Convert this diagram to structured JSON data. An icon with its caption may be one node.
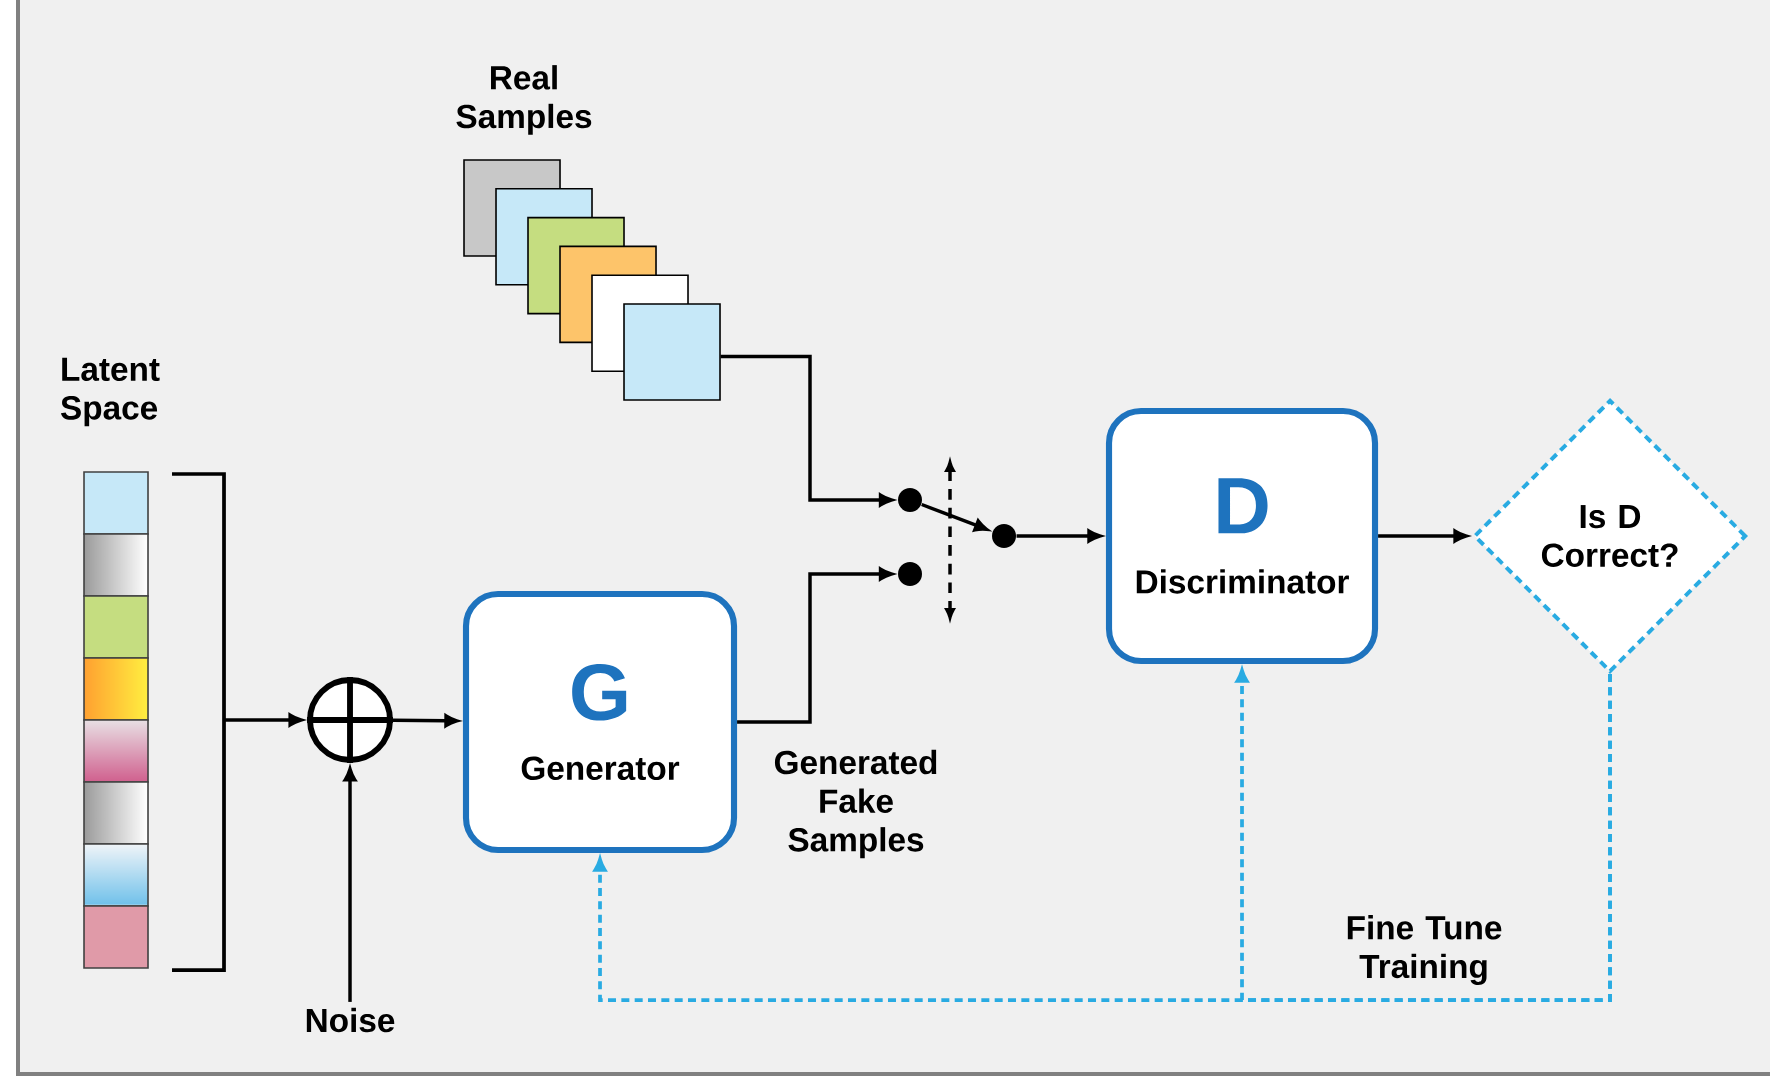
{
  "diagram": {
    "nodes": [
      {
        "text": [
          "Real Samples"
        ]
      },
      {
        "text": [
          "Latent Space"
        ]
      },
      {
        "text": [],
        "shape": "circle"
      },
      {
        "text": [
          "Noise"
        ]
      },
      {
        "text": [
          "G",
          "Generator"
        ],
        "beside": [
          "Generated Fake Samples"
        ]
      },
      {
        "text": [],
        "shape": "circle"
      },
      {
        "text": [],
        "shape": "circle"
      },
      {
        "text": [],
        "shape": "circle"
      },
      {
        "text": [
          "D",
          "Discriminator"
        ]
      },
      {
        "text": [
          "Is D Correct?"
        ]
      }
    ],
    "edges": [
      {
        "from": 0,
        "to": 5,
        "arrow": "to"
      },
      {
        "from": 4,
        "to": 6,
        "arrow": "to"
      },
      {
        "from": 5,
        "to": 7,
        "arrow": "to"
      },
      {
        "from": 7,
        "to": 8,
        "arrow": "to"
      },
      {
        "from": 8,
        "to": 9,
        "arrow": "to"
      },
      {
        "from": 1,
        "to": 2,
        "arrow": "to"
      },
      {
        "from": 3,
        "to": 2,
        "arrow": "to"
      },
      {
        "from": 2,
        "to": 4,
        "arrow": "to"
      },
      {
        "from": 9,
        "to": 8,
        "arrow": "to",
        "style": "dashed",
        "color": "#29abe2"
      },
      {
        "from": 9,
        "to": 4,
        "arrow": "to",
        "style": "dashed",
        "color": "#29abe2",
        "label": "Fine Tune Training"
      }
    ]
  }
}
